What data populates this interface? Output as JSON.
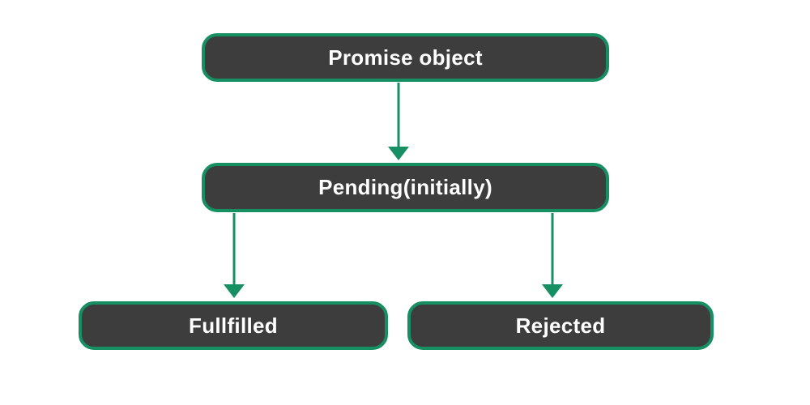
{
  "diagram": {
    "type": "flowchart",
    "nodes": [
      {
        "id": "promise-object",
        "label": "Promise object"
      },
      {
        "id": "pending",
        "label": "Pending(initially)"
      },
      {
        "id": "fullfilled",
        "label": "Fullfilled"
      },
      {
        "id": "rejected",
        "label": "Rejected"
      }
    ],
    "edges": [
      {
        "from": "promise-object",
        "to": "pending",
        "arrow": "down"
      },
      {
        "from": "pending",
        "to": "fullfilled",
        "arrow": "down"
      },
      {
        "from": "pending",
        "to": "rejected",
        "arrow": "down"
      }
    ],
    "colors": {
      "node_fill": "#3d3d3d",
      "node_border": "#169063",
      "edge": "#169063",
      "node_text": "#ffffff",
      "background": "#ffffff"
    }
  }
}
